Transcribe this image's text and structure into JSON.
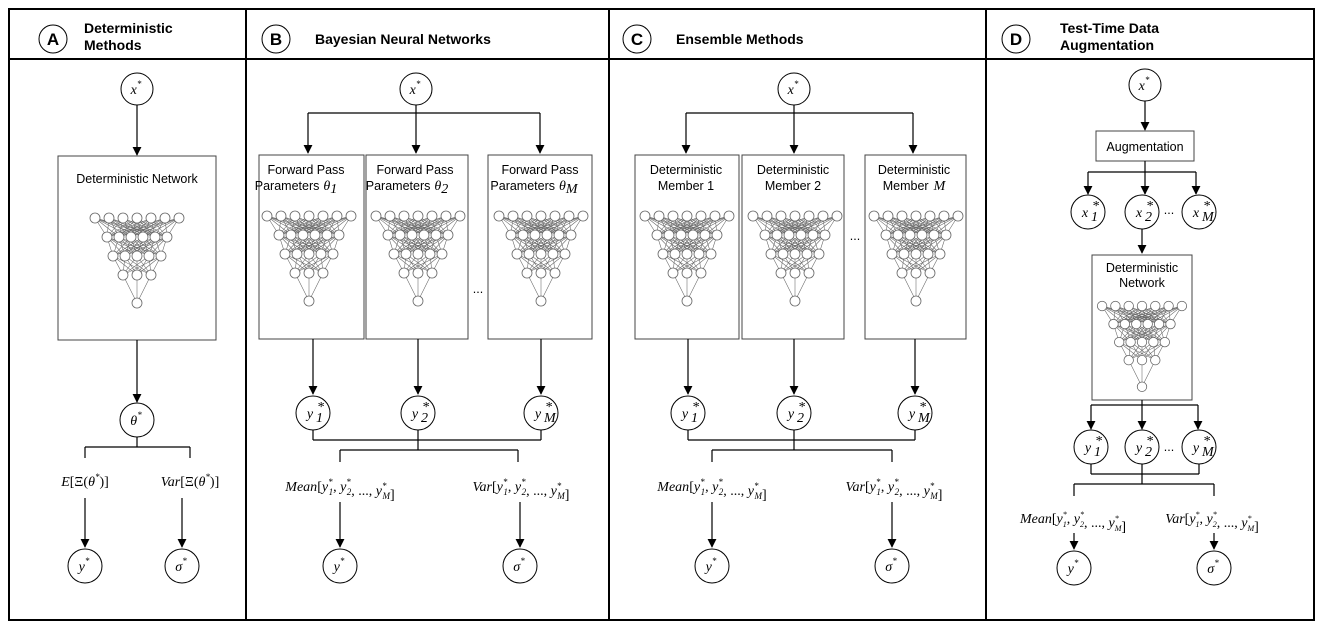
{
  "panels": [
    {
      "id": "A",
      "letter": "A",
      "title_lines": [
        "Deterministic",
        "Methods"
      ]
    },
    {
      "id": "B",
      "letter": "B",
      "title_lines": [
        "Bayesian Neural Networks"
      ]
    },
    {
      "id": "C",
      "letter": "C",
      "title_lines": [
        "Ensemble Methods"
      ]
    },
    {
      "id": "D",
      "letter": "D",
      "title_lines": [
        "Test-Time Data",
        "Augmentation"
      ]
    }
  ],
  "panelA": {
    "input": "x*",
    "network_label": "Deterministic Network",
    "param_node": "θ*",
    "mean_expr": "E[Ξ(θ*)]",
    "var_expr": "Var[Ξ(θ*)]",
    "output_mean": "y*",
    "output_sigma": "σ*"
  },
  "panelB": {
    "input": "x*",
    "boxes": [
      {
        "line1": "Forward Pass",
        "line2": "Parameters",
        "sym": "θ",
        "sub": "1"
      },
      {
        "line1": "Forward Pass",
        "line2": "Parameters",
        "sym": "θ",
        "sub": "2"
      },
      {
        "line1": "Forward Pass",
        "line2": "Parameters",
        "sym": "θ",
        "sub": "M"
      }
    ],
    "ellipsis": "...",
    "outputs": [
      {
        "sym": "y",
        "sub": "1"
      },
      {
        "sym": "y",
        "sub": "2"
      },
      {
        "sym": "y",
        "sub": "M"
      }
    ],
    "mean_expr": "Mean[y*1, y*2, ..., y*M]",
    "var_expr": "Var[y*1, y*2, ..., y*M]",
    "output_mean": "y*",
    "output_sigma": "σ*"
  },
  "panelC": {
    "input": "x*",
    "boxes": [
      {
        "line1": "Deterministic",
        "line2": "Member 1"
      },
      {
        "line1": "Deterministic",
        "line2": "Member 2"
      },
      {
        "line1": "Deterministic",
        "line2": "Member",
        "sym": "M"
      }
    ],
    "ellipsis": "...",
    "outputs": [
      {
        "sym": "y",
        "sub": "1"
      },
      {
        "sym": "y",
        "sub": "2"
      },
      {
        "sym": "y",
        "sub": "M"
      }
    ],
    "mean_expr": "Mean[y*1, y*2, ..., y*M]",
    "var_expr": "Var[y*1, y*2, ..., y*M]",
    "output_mean": "y*",
    "output_sigma": "σ*"
  },
  "panelD": {
    "input": "x*",
    "augmentation_label": "Augmentation",
    "augmented": [
      {
        "sym": "x",
        "sub": "1"
      },
      {
        "sym": "x",
        "sub": "2"
      },
      {
        "sym": "x",
        "sub": "M"
      }
    ],
    "network_label_lines": [
      "Deterministic",
      "Network"
    ],
    "outputs": [
      {
        "sym": "y",
        "sub": "1"
      },
      {
        "sym": "y",
        "sub": "2"
      },
      {
        "sym": "y",
        "sub": "M"
      }
    ],
    "ellipsis": "...",
    "mean_expr": "Mean[y*1, y*2, ..., y*M]",
    "var_expr": "Var[y*1, y*2, ..., y*M]",
    "output_mean": "y*",
    "output_sigma": "σ*"
  },
  "colors": {
    "stroke": "#000000",
    "network": "#666666",
    "background": "#ffffff"
  }
}
